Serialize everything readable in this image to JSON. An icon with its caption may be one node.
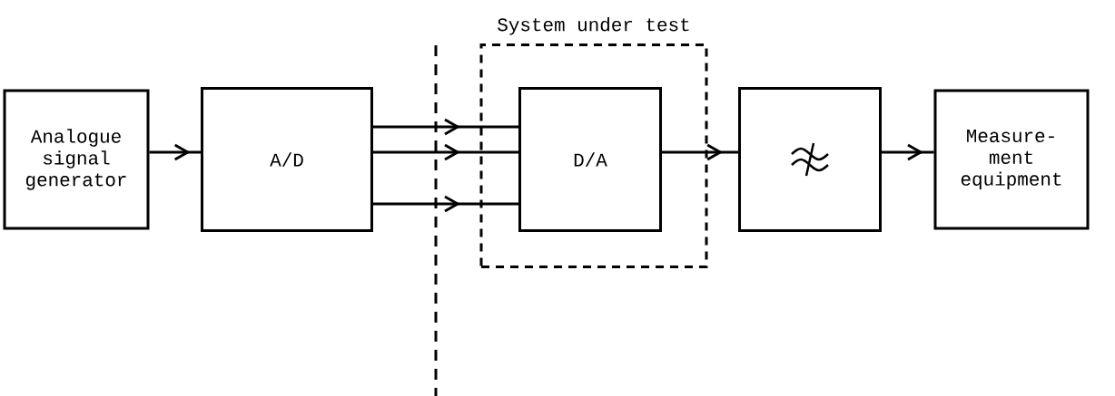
{
  "diagram": {
    "nodes": [
      {
        "text": [
          "Analogue signal generator"
        ]
      },
      {
        "text": [
          "A/D"
        ]
      },
      {
        "text": [
          "System under test"
        ]
      },
      {
        "text": [
          "D/A"
        ],
        "in": 2
      },
      {
        "text": [],
        "shape": "box"
      },
      {
        "text": [
          "Measure- ment equipment"
        ]
      }
    ],
    "edges": [
      {
        "from": 0,
        "to": 1,
        "arrow": "to"
      },
      {
        "from": 1,
        "to": 3,
        "arrow": "to"
      },
      {
        "from": 1,
        "to": 3,
        "arrow": "to"
      },
      {
        "from": 1,
        "to": 3,
        "arrow": "to"
      },
      {
        "from": 3,
        "to": 4,
        "arrow": "to"
      },
      {
        "from": 4,
        "to": 5,
        "arrow": "to"
      }
    ]
  }
}
